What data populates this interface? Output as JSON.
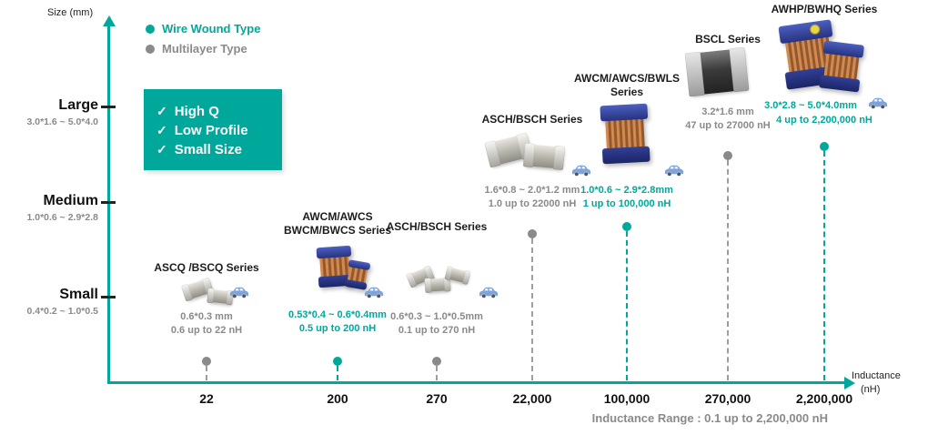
{
  "legend": {
    "wire_wound": "Wire Wound Type",
    "multilayer": "Multilayer Type"
  },
  "features": [
    "High Q",
    "Low Profile",
    "Small Size"
  ],
  "check_glyph": "✓",
  "axes": {
    "y_label": "Size (mm)",
    "x_label_line1": "Inductance",
    "x_label_line2": "(nH)",
    "y_ticks": [
      {
        "label": "Large",
        "range": "3.0*1.6 ~ 5.0*4.0"
      },
      {
        "label": "Medium",
        "range": "1.0*0.6 ~ 2.9*2.8"
      },
      {
        "label": "Small",
        "range": "0.4*0.2 ~ 1.0*0.5"
      }
    ],
    "x_ticks": [
      "22",
      "200",
      "270",
      "22,000",
      "100,000",
      "270,000",
      "2,200,000"
    ]
  },
  "series": [
    {
      "title1": "ASCQ /BSCQ Series",
      "size": "0.6*0.3 mm",
      "range": "0.6 up to 22 nH"
    },
    {
      "title1": "AWCM/AWCS",
      "title2": "BWCM/BWCS Series",
      "size": "0.53*0.4 ~ 0.6*0.4mm",
      "range": "0.5 up to 200 nH"
    },
    {
      "title1": "ASCH/BSCH Series",
      "size": "0.6*0.3 ~ 1.0*0.5mm",
      "range": "0.1 up to 270 nH"
    },
    {
      "title1": "ASCH/BSCH Series",
      "size": "1.6*0.8 ~ 2.0*1.2 mm",
      "range": "1.0 up to 22000 nH"
    },
    {
      "title1": "AWCM/AWCS/BWLS",
      "title2": "Series",
      "size": "1.0*0.6 ~ 2.9*2.8mm",
      "range": "1 up to 100,000 nH"
    },
    {
      "title1": "BSCL Series",
      "size": "3.2*1.6 mm",
      "range": "47 up to 27000 nH"
    },
    {
      "title1": "AWHP/BWHQ Series",
      "size": "3.0*2.8 ~ 5.0*4.0mm",
      "range": "4 up to 2,200,000 nH"
    }
  ],
  "footer": "Inductance Range : 0.1 up to  2,200,000 nH",
  "colors": {
    "teal": "#00a79b",
    "gray": "#8a8a8a",
    "car_blue": "#7da3d8"
  },
  "chart_data": {
    "type": "scatter",
    "title": "Inductor product lineup by size and inductance",
    "xlabel": "Inductance (nH)",
    "ylabel": "Size (mm)",
    "x_ticks": [
      "22",
      "200",
      "270",
      "22,000",
      "100,000",
      "270,000",
      "2,200,000"
    ],
    "y_categories": [
      {
        "label": "Small",
        "size_range_mm": "0.4*0.2 ~ 1.0*0.5"
      },
      {
        "label": "Medium",
        "size_range_mm": "1.0*0.6 ~ 2.9*2.8"
      },
      {
        "label": "Large",
        "size_range_mm": "3.0*1.6 ~ 5.0*4.0"
      }
    ],
    "legend": [
      "Wire Wound Type",
      "Multilayer Type"
    ],
    "points": [
      {
        "series": "ASCQ /BSCQ Series",
        "type": "Multilayer",
        "x": "22",
        "y": "Small",
        "size_mm": "0.6*0.3 mm",
        "inductance_range": "0.6 up to 22 nH",
        "automotive": true
      },
      {
        "series": "AWCM/AWCS BWCM/BWCS Series",
        "type": "Wire Wound",
        "x": "200",
        "y": "Small",
        "size_mm": "0.53*0.4 ~ 0.6*0.4mm",
        "inductance_range": "0.5 up to 200 nH",
        "automotive": true
      },
      {
        "series": "ASCH/BSCH Series",
        "type": "Multilayer",
        "x": "270",
        "y": "Small",
        "size_mm": "0.6*0.3 ~ 1.0*0.5mm",
        "inductance_range": "0.1 up to 270 nH",
        "automotive": true
      },
      {
        "series": "ASCH/BSCH Series",
        "type": "Multilayer",
        "x": "22,000",
        "y": "Medium",
        "size_mm": "1.6*0.8 ~ 2.0*1.2 mm",
        "inductance_range": "1.0 up to 22000 nH",
        "automotive": true
      },
      {
        "series": "AWCM/AWCS/BWLS Series",
        "type": "Wire Wound",
        "x": "100,000",
        "y": "Medium",
        "size_mm": "1.0*0.6 ~ 2.9*2.8mm",
        "inductance_range": "1 up to 100,000 nH",
        "automotive": true
      },
      {
        "series": "BSCL Series",
        "type": "Multilayer",
        "x": "270,000",
        "y": "Large",
        "size_mm": "3.2*1.6 mm",
        "inductance_range": "47 up to 27000 nH",
        "automotive": false
      },
      {
        "series": "AWHP/BWHQ Series",
        "type": "Wire Wound",
        "x": "2,200,000",
        "y": "Large",
        "size_mm": "3.0*2.8 ~ 5.0*4.0mm",
        "inductance_range": "4 up to 2,200,000 nH",
        "automotive": true
      }
    ],
    "annotations": [
      "High Q",
      "Low Profile",
      "Small Size",
      "Inductance Range : 0.1 up to 2,200,000 nH"
    ]
  }
}
